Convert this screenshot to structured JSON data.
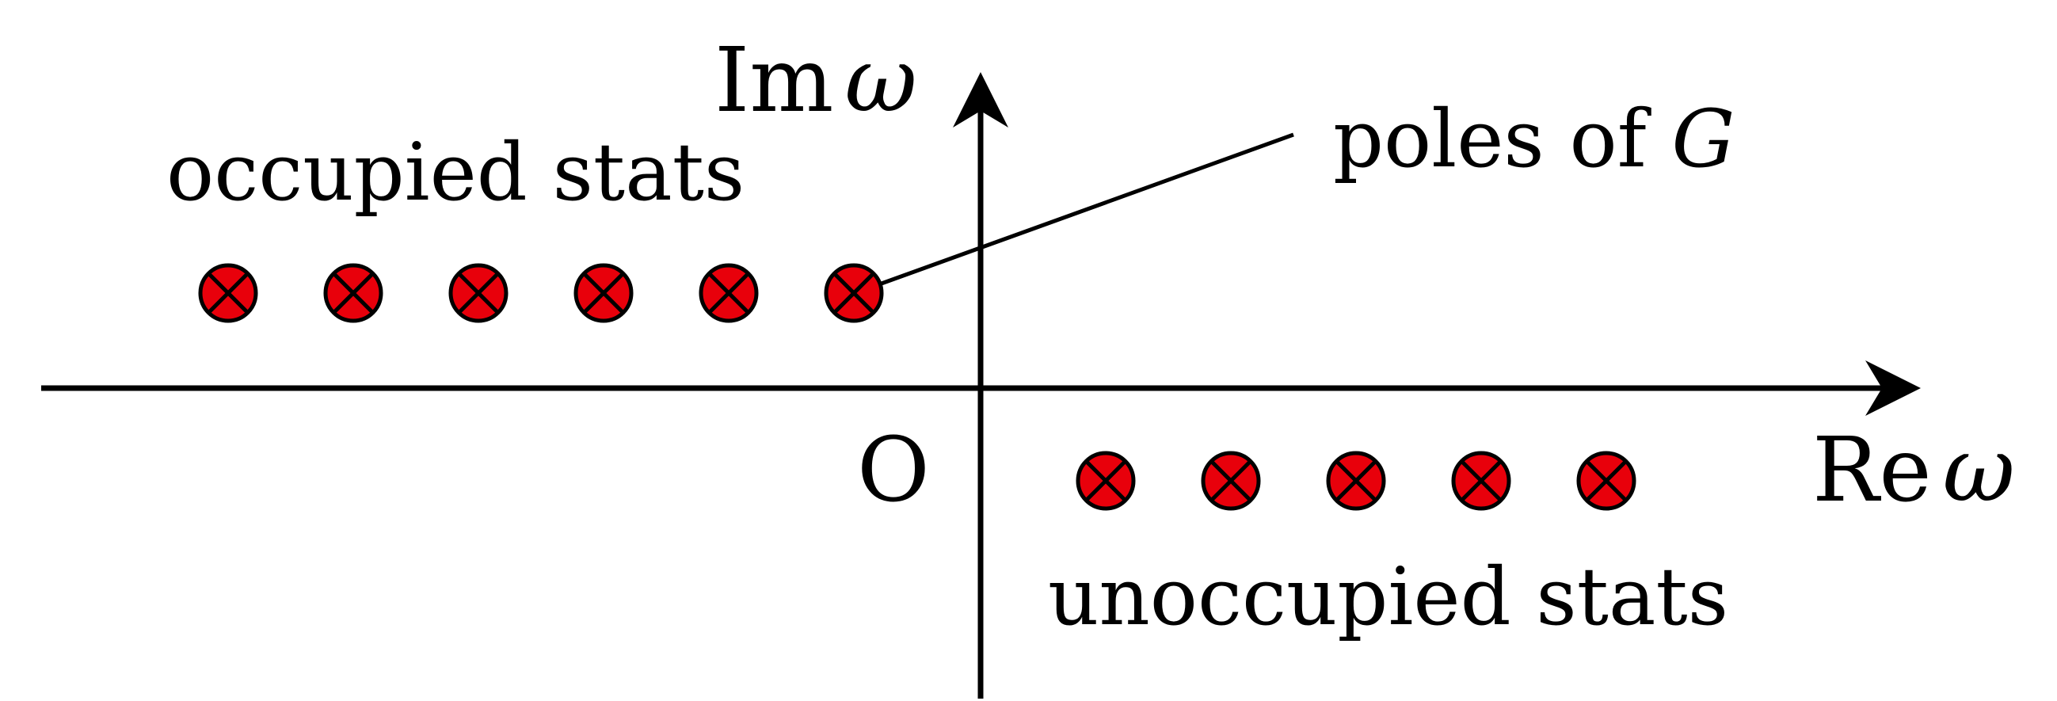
{
  "labels": {
    "imaginary_axis_re": "Im",
    "imaginary_axis_var": "ω",
    "real_axis_re": "Re",
    "real_axis_var": "ω",
    "origin": "O",
    "occupied": "occupied stats",
    "unoccupied": "unoccupied stats",
    "poles_prefix": "poles of ",
    "poles_var": "G"
  },
  "colors": {
    "pole_fill": "#e8000b",
    "stroke": "#000000",
    "background": "#ffffff"
  },
  "poles": {
    "occupied_count": 6,
    "unoccupied_count": 5,
    "icon": "circled-x-icon"
  }
}
